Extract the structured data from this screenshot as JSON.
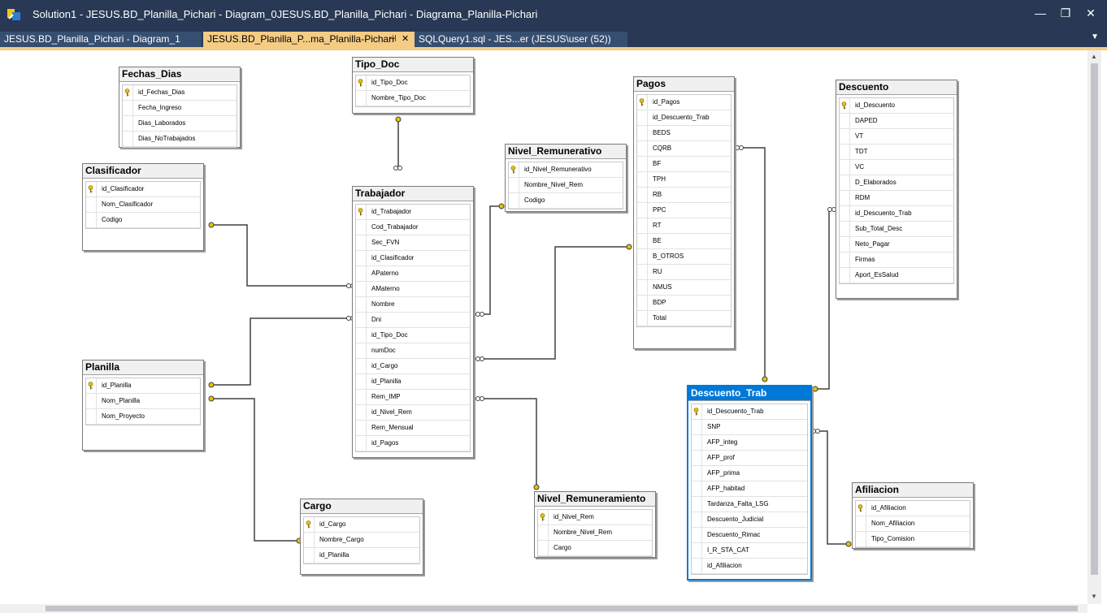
{
  "window": {
    "title": "Solution1 - JESUS.BD_Planilla_Pichari - Diagram_0JESUS.BD_Planilla_Pichari - Diagrama_Planilla-Pichari"
  },
  "controls": {
    "minimize": "—",
    "restore": "❐",
    "close": "✕",
    "tab_pin": "⊣",
    "tab_close": "✕",
    "tab_menu": "▼"
  },
  "tabs": [
    {
      "label": "JESUS.BD_Planilla_Pichari - Diagram_1",
      "active": false
    },
    {
      "label": "JESUS.BD_Planilla_P...ma_Planilla-Pichari",
      "active": true
    },
    {
      "label": "SQLQuery1.sql - JES...er (JESUS\\user (52))",
      "active": false
    }
  ],
  "colors": {
    "titlebar": "#293955",
    "active_tab": "#f5cc84",
    "selected_table": "#0078d7",
    "key_icon": "#e8c200",
    "connector": "#404040"
  },
  "icons": {
    "primary_key": "key-icon",
    "relationship_end_one": "key-end",
    "relationship_end_many": "infinity-end"
  },
  "tables": {
    "fechas_dias": {
      "name": "Fechas_Dias",
      "columns": [
        "id_Fechas_Dias",
        "Fecha_Ingreso",
        "Dias_Laborados",
        "Dias_NoTrabajados"
      ]
    },
    "tipo_doc": {
      "name": "Tipo_Doc",
      "columns": [
        "id_Tipo_Doc",
        "Nombre_Tipo_Doc"
      ]
    },
    "clasificador": {
      "name": "Clasificador",
      "columns": [
        "id_Clasificador",
        "Nom_Clasificador",
        "Codigo"
      ]
    },
    "nivel_remunerativo": {
      "name": "Nivel_Remunerativo",
      "columns": [
        "id_Nivel_Remunerativo",
        "Nombre_Nivel_Rem",
        "Codigo"
      ]
    },
    "trabajador": {
      "name": "Trabajador",
      "columns": [
        "id_Trabajador",
        "Cod_Trabajador",
        "Sec_FVN",
        "id_Clasificador",
        "APaterno",
        "AMaterno",
        "Nombre",
        "Dni",
        "id_Tipo_Doc",
        "numDoc",
        "id_Cargo",
        "id_Planilla",
        "Rem_IMP",
        "id_Nivel_Rem",
        "Rem_Mensual",
        "id_Pagos"
      ]
    },
    "pagos": {
      "name": "Pagos",
      "columns": [
        "id_Pagos",
        "id_Descuento_Trab",
        "BEDS",
        "CQRB",
        "BF",
        "TPH",
        "RB",
        "PPC",
        "RT",
        "BE",
        "B_OTROS",
        "RU",
        "NMUS",
        "BDP",
        "Total"
      ]
    },
    "descuento": {
      "name": "Descuento",
      "columns": [
        "id_Descuento",
        "DAPED",
        "VT",
        "TDT",
        "VC",
        "D_Elaborados",
        "RDM",
        "id_Descuento_Trab",
        "Sub_Total_Desc",
        "Neto_Pagar",
        "Firmas",
        "Aport_EsSalud"
      ]
    },
    "planilla": {
      "name": "Planilla",
      "columns": [
        "id_Planilla",
        "Nom_Planilla",
        "Nom_Proyecto"
      ]
    },
    "cargo": {
      "name": "Cargo",
      "columns": [
        "id_Cargo",
        "Nombre_Cargo",
        "id_Planilla"
      ]
    },
    "nivel_remuneramiento": {
      "name": "Nivel_Remuneramiento",
      "columns": [
        "id_Nivel_Rem",
        "Nombre_Nivel_Rem",
        "Cargo"
      ]
    },
    "descuento_trab": {
      "name": "Descuento_Trab",
      "columns": [
        "id_Descuento_Trab",
        "SNP",
        "AFP_integ",
        "AFP_prof",
        "AFP_prima",
        "AFP_habitad",
        "Tardanza_Falta_LSG",
        "Descuento_Judicial",
        "Descuento_Rimac",
        "I_R_STA_CAT",
        "id_Afiliacion"
      ]
    },
    "afiliacion": {
      "name": "Afiliacion",
      "columns": [
        "id_Afiliacion",
        "Nom_Afiliacion",
        "Tipo_Comision"
      ]
    }
  },
  "relationships": [
    {
      "from": "trabajador",
      "to": "tipo_doc"
    },
    {
      "from": "trabajador",
      "to": "clasificador"
    },
    {
      "from": "trabajador",
      "to": "planilla"
    },
    {
      "from": "trabajador",
      "to": "nivel_remunerativo"
    },
    {
      "from": "trabajador",
      "to": "pagos"
    },
    {
      "from": "trabajador",
      "to": "nivel_remuneramiento"
    },
    {
      "from": "cargo",
      "to": "planilla"
    },
    {
      "from": "pagos",
      "to": "descuento_trab"
    },
    {
      "from": "descuento",
      "to": "descuento_trab"
    },
    {
      "from": "descuento_trab",
      "to": "afiliacion"
    }
  ]
}
